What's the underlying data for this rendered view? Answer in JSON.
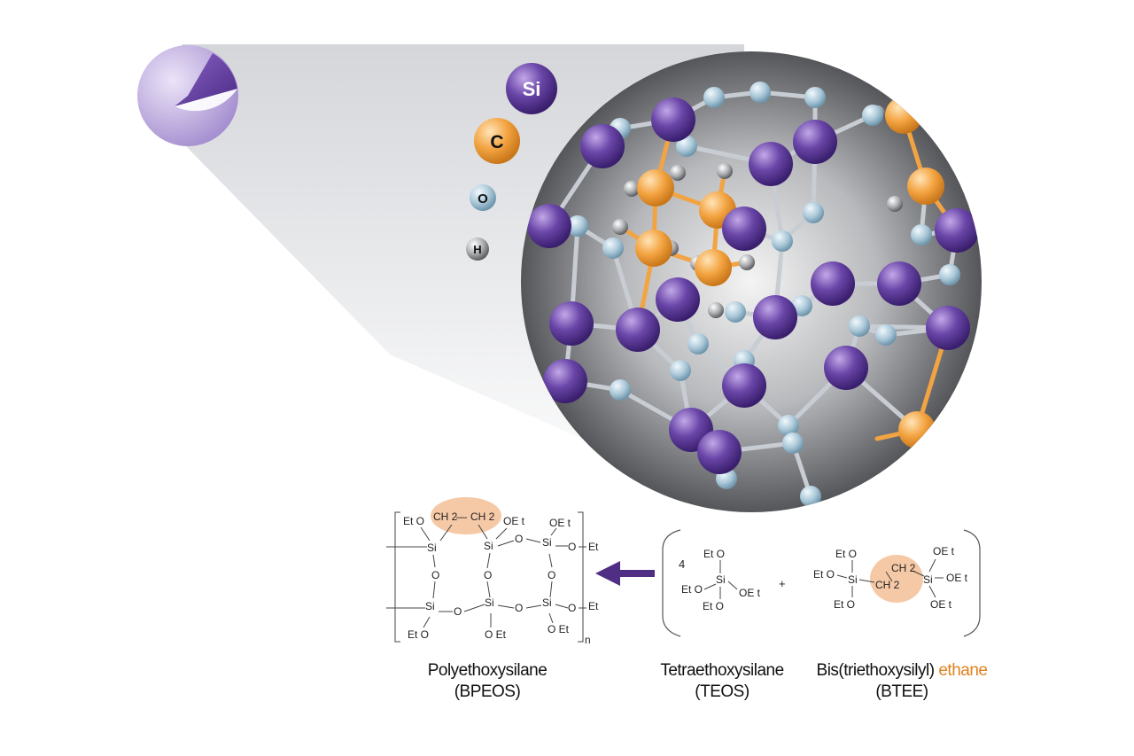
{
  "colors": {
    "silicon": "#5a3a92",
    "carbon": "#f0a23a",
    "oxygen": "#a9c7d8",
    "hydrogen": "#9a9a9a",
    "bond_gray": "#c8cdd3",
    "bond_orange": "#f2a443",
    "highlight": "#f6c9a6",
    "arrow": "#4f2e84",
    "ethane_text": "#e0821e"
  },
  "legend": {
    "si": "Si",
    "c": "C",
    "o": "O",
    "h": "H"
  },
  "chemistry": {
    "bpeos": {
      "ch2_a": "CH 2",
      "dash": "—",
      "ch2_b": "CH 2",
      "eto_tl": "Et O",
      "oet_t1": "OE t",
      "oet_t2": "OE t",
      "si": "Si",
      "o": "O",
      "et": "Et",
      "eto_bl": "Et O",
      "oet_b1": "O Et",
      "oet_b2": "O Et",
      "n": "n"
    },
    "teos": {
      "coef": "4",
      "eto_top": "Et O",
      "eto_left": "Et O",
      "si": "Si",
      "oet_right": "OE t",
      "eto_bottom": "Et O"
    },
    "plus": "+",
    "btee": {
      "eto_top": "Et O",
      "eto_left": "Et O",
      "si": "Si",
      "eto_bottom": "Et O",
      "ch2_a": "CH 2",
      "ch2_b": "CH 2",
      "oet_top": "OE t",
      "oet_right": "OE t",
      "oet_bottom": "OE t"
    }
  },
  "labels": {
    "bpeos_name": "Polyethoxysilane",
    "bpeos_abbr": "(BPEOS)",
    "teos_name": "Tetraethoxysilane",
    "teos_abbr": "(TEOS)",
    "btee_name": "Bis(triethoxysilyl) ",
    "btee_accent": "ethane",
    "btee_abbr": "(BTEE)"
  }
}
